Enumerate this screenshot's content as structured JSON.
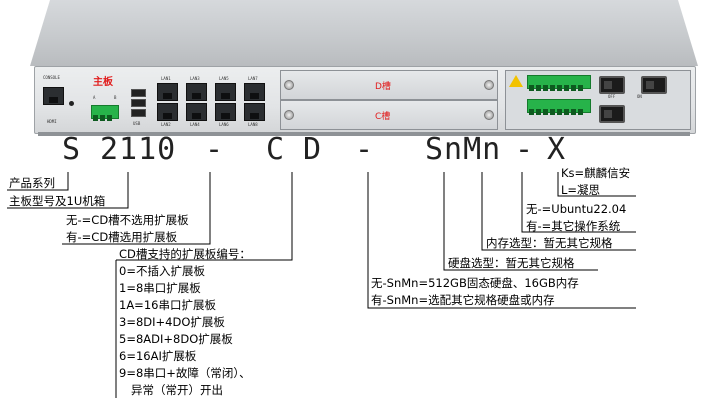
{
  "device": {
    "port_labels": {
      "console": "CONSOLE",
      "hdmi": "HDMI",
      "usb": "USB",
      "terminal_a": "A",
      "terminal_b": "B",
      "lan_top": [
        "LAN1",
        "LAN3",
        "LAN5",
        "LAN7"
      ],
      "lan_bottom": [
        "LAN2",
        "LAN4",
        "LAN6",
        "LAN8"
      ],
      "power_off": "OFF",
      "power_on": "ON"
    },
    "mainboard_label": "主板",
    "slot_d_label": "D槽",
    "slot_c_label": "C槽"
  },
  "model": {
    "series": "S",
    "board": "2110",
    "dash1": "-",
    "slot_c": "C",
    "slot_d": "D",
    "dash2": "-",
    "storage": "SnMn",
    "dash3": "-",
    "os": "X"
  },
  "annotations": {
    "product_series": "产品系列",
    "board_model": "主板型号及1U机箱",
    "cd_slot": {
      "none": "无-=CD槽不选用扩展板",
      "used": "有-=CD槽选用扩展板"
    },
    "expansion": {
      "header": "CD槽支持的扩展板编号：",
      "items": [
        "0=不插入扩展板",
        "1=8串口扩展板",
        "1A=16串口扩展板",
        "3=8DI+4DO扩展板",
        "5=8ADI+8DO扩展板",
        "6=16AI扩展板",
        "9=8串口+故障（常闭）、",
        "异常（常开）开出"
      ]
    },
    "storage": {
      "none": "无-SnMn=512GB固态硬盘、16GB内存",
      "used": "有-SnMn=选配其它规格硬盘或内存"
    },
    "disk": "硬盘选型：暂无其它规格",
    "memory": "内存选型：暂无其它规格",
    "os": {
      "none": "无-=Ubuntu22.04",
      "used": "有-=其它操作系统"
    },
    "os_variants": {
      "ks": "Ks=麒麟信安",
      "l": "L=凝思"
    }
  },
  "colors": {
    "accent_red": "#e11b1b",
    "line": "#000000"
  }
}
